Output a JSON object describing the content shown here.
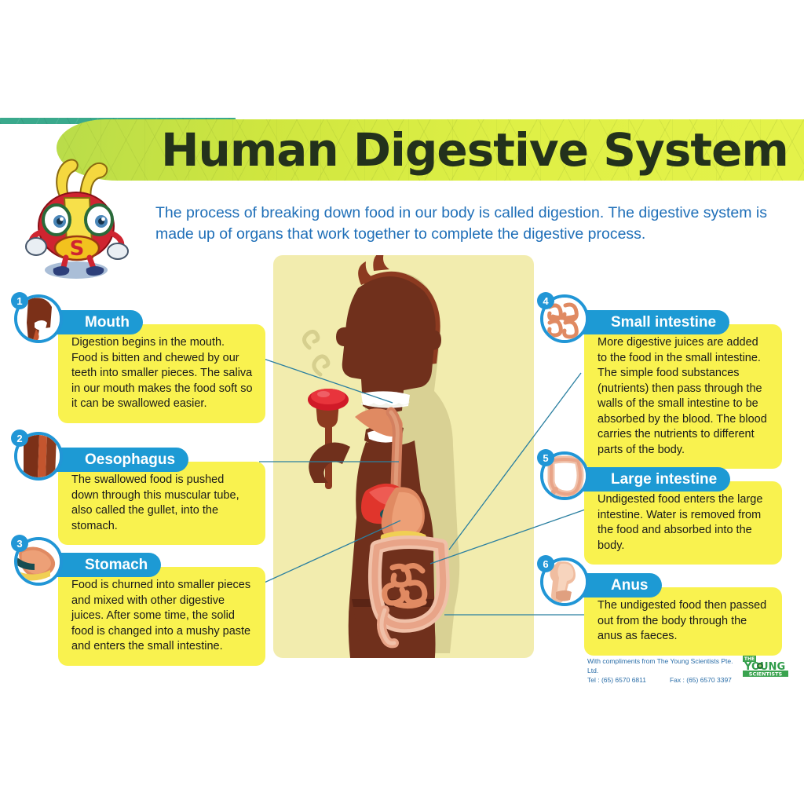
{
  "header": {
    "title": "Human Digestive System",
    "intro": "The process of breaking down food in our body is called digestion. The digestive system is made up of organs that work together to complete the digestive process.",
    "banner_color": "#d7ea45",
    "banner_accent_color": "#3aa98c",
    "title_color": "#23311c",
    "intro_color": "#1f6fb8"
  },
  "mascot": {
    "name": "young-scientists-mascot",
    "letter": "S"
  },
  "illustration": {
    "name": "human-body-digestive-cutaway",
    "panel_color": "#f2ecae",
    "body_color": "#6b2f1c",
    "hair_color": "#8c3a20",
    "stomach_color": "#e08a62",
    "liver_color": "#e0352c",
    "pancreas_color": "#f0cf54",
    "intestine_color": "#e8a488",
    "oesophagus_color": "#d4805f"
  },
  "accent": {
    "pill_blue": "#1d9ad4",
    "circle_blue": "#2196d6",
    "box_yellow": "#f9f24f",
    "connector": "#2a7fa0"
  },
  "sections": [
    {
      "number": "1",
      "label": "Mouth",
      "icon": "mouth-organ-icon",
      "text": "Digestion begins in the mouth. Food is bitten and chewed by our teeth into smaller pieces. The saliva in our mouth makes the food soft so it can be swallowed easier."
    },
    {
      "number": "2",
      "label": "Oesophagus",
      "icon": "oesophagus-organ-icon",
      "text": "The swallowed food is pushed down through this muscular tube, also called the gullet, into the stomach."
    },
    {
      "number": "3",
      "label": "Stomach",
      "icon": "stomach-organ-icon",
      "text": "Food is churned into smaller pieces and mixed with other digestive juices. After some time, the solid food is changed into a mushy paste and enters the small intestine."
    },
    {
      "number": "4",
      "label": "Small intestine",
      "icon": "small-intestine-organ-icon",
      "text": "More digestive juices are added to the food in the small intestine. The simple food substances (nutrients) then pass through the walls of the small intestine to be absorbed by the blood. The blood carries the nutrients to different parts of the body."
    },
    {
      "number": "5",
      "label": "Large intestine",
      "icon": "large-intestine-organ-icon",
      "text": "Undigested food enters the large intestine. Water is removed from the food and absorbed into the body."
    },
    {
      "number": "6",
      "label": "Anus",
      "icon": "anus-organ-icon",
      "text": "The undigested food then passed out from the body through the anus as faeces."
    }
  ],
  "footer": {
    "compliments": "With compliments from The Young Scientists Pte. Ltd.",
    "tel": "Tel : (65) 6570 6811",
    "fax": "Fax : (65) 6570 3397",
    "logo_line1": "THE",
    "logo_line2": "YOUNG",
    "logo_line3": "SCIENTISTS",
    "logo_color": "#2f9c4a",
    "text_color": "#2b6ea8"
  }
}
